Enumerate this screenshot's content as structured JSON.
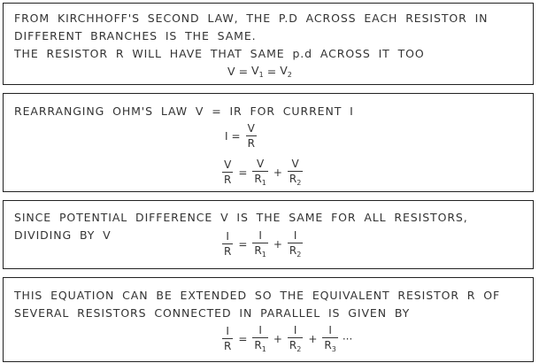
{
  "sections": [
    {
      "lines": [
        "FROM  KIRCHHOFF'S  SECOND  LAW, THE P.D  ACROSS EACH  RESISTOR IN",
        "DIFFERENT  BRANCHES IS THE  SAME.",
        "THE RESISTOR R WILL HAVE THAT SAME p.d ACROSS IT TOO"
      ],
      "equation": {
        "v": "V",
        "eq": "=",
        "v1": "V",
        "s1": "1",
        "v2": "V",
        "s2": "2"
      }
    },
    {
      "lines": [
        "REARRANGING  OHM'S  LAW  V = IR  FOR  CURRENT  I"
      ],
      "equation1": {
        "lhs": "I",
        "eq": "=",
        "num": "V",
        "den": "R"
      },
      "equation2": {
        "n0": "V",
        "d0": "R",
        "eq": "=",
        "n1": "V",
        "d1": "R",
        "s1": "1",
        "plus": "+",
        "n2": "V",
        "d2": "R",
        "s2": "2"
      }
    },
    {
      "lines": [
        "SINCE  POTENTIAL  DIFFERENCE V IS THE SAME FOR ALL RESISTORS,",
        "DIVIDING BY  V"
      ],
      "equation": {
        "n0": "I",
        "d0": "R",
        "eq": "=",
        "n1": "I",
        "d1": "R",
        "s1": "1",
        "plus": "+",
        "n2": "I",
        "d2": "R",
        "s2": "2"
      }
    },
    {
      "lines": [
        "THIS  EQUATION  CAN BE  EXTENDED SO THE  EQUIVALENT  RESISTOR R  OF",
        "SEVERAL RESISTORS  CONNECTED  IN  PARALLEL IS GIVEN  BY"
      ],
      "equation": {
        "n0": "I",
        "d0": "R",
        "eq": "=",
        "n1": "I",
        "d1": "R",
        "s1": "1",
        "plus1": "+",
        "n2": "I",
        "d2": "R",
        "s2": "2",
        "plus2": "+",
        "n3": "I",
        "d3": "R",
        "s3": "3",
        "ellipsis": "···"
      }
    }
  ]
}
